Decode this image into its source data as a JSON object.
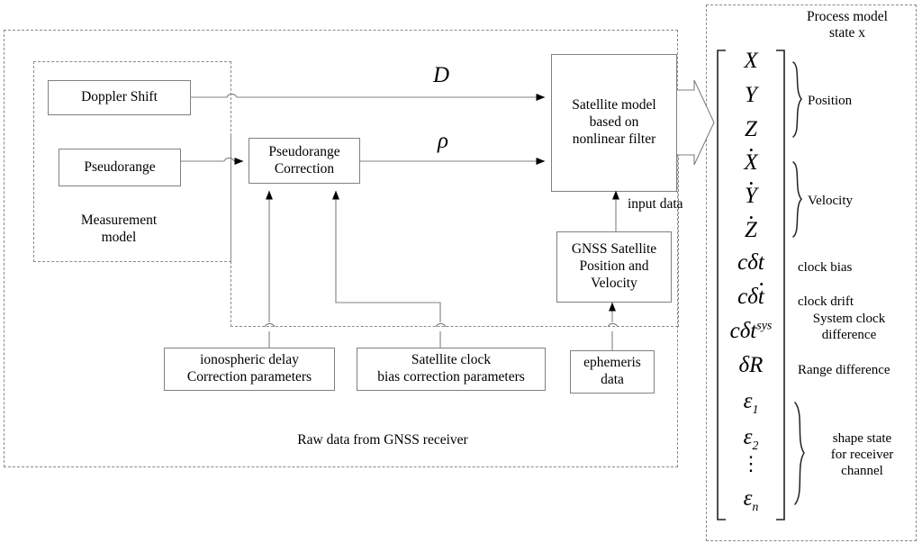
{
  "diagram": {
    "title_right": {
      "line1": "Process model",
      "line2": "state   x"
    },
    "groups": {
      "raw_data_label": "Raw data from GNSS receiver",
      "measurement_model_label": "Measurement\nmodel"
    },
    "boxes": {
      "doppler_shift": "Doppler Shift",
      "pseudorange": "Pseudorange",
      "pseudorange_correction": "Pseudorange\nCorrection",
      "satellite_model": "Satellite model\nbased on\nnonlinear filter",
      "gnss_satellite": "GNSS Satellite\nPosition and\nVelocity",
      "iono_delay": "ionospheric delay\nCorrection parameters",
      "sat_clock_bias": "Satellite clock\nbias correction parameters",
      "ephemeris": "ephemeris\ndata"
    },
    "edge_labels": {
      "doppler_symbol": "D",
      "pseudorange_symbol": "ρ",
      "input_data": "input data"
    },
    "state_vector": {
      "rows": [
        {
          "symbol": "X",
          "sup": "",
          "sub": "",
          "dot": false,
          "label": ""
        },
        {
          "symbol": "Y",
          "sup": "",
          "sub": "",
          "dot": false,
          "label": ""
        },
        {
          "symbol": "Z",
          "sup": "",
          "sub": "",
          "dot": false,
          "label": ""
        },
        {
          "symbol": "X",
          "sup": "",
          "sub": "",
          "dot": true,
          "label": ""
        },
        {
          "symbol": "Y",
          "sup": "",
          "sub": "",
          "dot": true,
          "label": ""
        },
        {
          "symbol": "Z",
          "sup": "",
          "sub": "",
          "dot": true,
          "label": ""
        },
        {
          "symbol": "cδt",
          "sup": "",
          "sub": "",
          "dot": false,
          "label": "clock bias"
        },
        {
          "symbol": "cδt",
          "sup": "",
          "sub": "",
          "dot": true,
          "label": "clock drift"
        },
        {
          "symbol": "cδt",
          "sup": "sys",
          "sub": "",
          "dot": false,
          "label": "System clock\ndifference"
        },
        {
          "symbol": "δR",
          "sup": "",
          "sub": "",
          "dot": false,
          "label": "Range difference"
        },
        {
          "symbol": "ε",
          "sup": "",
          "sub": "1",
          "dot": false,
          "label": ""
        },
        {
          "symbol": "ε",
          "sup": "",
          "sub": "2",
          "dot": false,
          "label": ""
        },
        {
          "symbol": "⋮",
          "sup": "",
          "sub": "",
          "dot": false,
          "label": ""
        },
        {
          "symbol": "ε",
          "sup": "",
          "sub": "n",
          "dot": false,
          "label": ""
        }
      ],
      "brace_labels": {
        "position": "Position",
        "velocity": "Velocity",
        "shape_state": "shape state\nfor receiver\nchannel"
      }
    },
    "colors": {
      "line": "#808080",
      "dashed": "#8a8a8a",
      "text": "#000000",
      "arrowhead": "#000000",
      "background": "#ffffff"
    }
  }
}
